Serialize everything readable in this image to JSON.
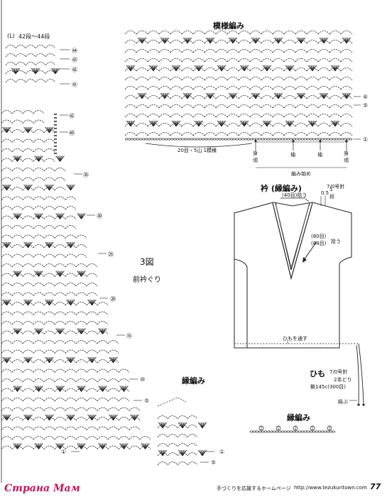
{
  "header": {
    "pattern_title": "模様編み",
    "size_label": "(L)",
    "size_rows": "42段〜44段"
  },
  "main_pattern": {
    "row_numbers": [
      "⑥",
      "⑤",
      "①"
    ],
    "repeat_label": "20目・5山 1模様",
    "markers": [
      {
        "label": "身頃"
      },
      {
        "label": "袖"
      },
      {
        "label": "袖"
      },
      {
        "label": "身頃"
      }
    ],
    "start_label": "編み始め"
  },
  "left_top_rows": [
    "㊹",
    "㊸",
    "㊷",
    "㊶"
  ],
  "left_chart": {
    "row_numbers": [
      "㊷",
      "㊵",
      "㉟",
      "㉚",
      "㉕",
      "⑳",
      "⑮",
      "⑩",
      "⑤",
      "①",
      "①",
      "⑤"
    ],
    "figure_label": "3図",
    "figure_caption": "前衿ぐり"
  },
  "edge_bottom": {
    "title": "縁編み"
  },
  "collar": {
    "title": "衿 (縁編み)",
    "hook": "7/0号針",
    "pick_top": "(40目)拾う",
    "pick_side_1": "(80目)",
    "pick_side_2": "(84目)",
    "pick_side_3": "拾う",
    "rows": "0.5",
    "rows_unit": "1",
    "rows_word": "段",
    "string_pass": "ひもを通す",
    "tie_label": "結ぶ"
  },
  "himo": {
    "title": "ひも",
    "hook": "7/0号針",
    "strands": "2本どり",
    "length": "鎖145c(300目)"
  },
  "edge_right": {
    "title": "縁編み"
  },
  "footer": {
    "slogan": "手づくりを応援するホームページ",
    "url": "http://www.tezukuritown.com",
    "page_number": "77",
    "watermark": "Страна Мам"
  }
}
